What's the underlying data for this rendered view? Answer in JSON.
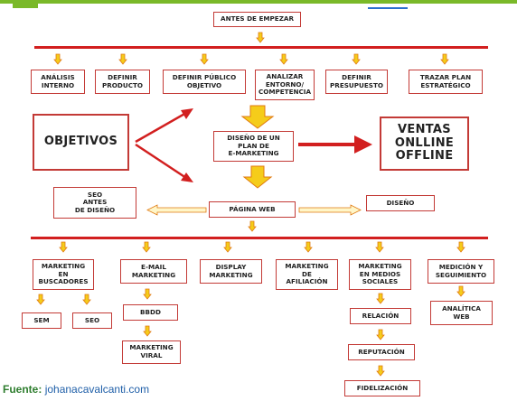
{
  "title": "ANTES DE EMPEZAR",
  "analysis": [
    "ANÁLISIS\nINTERNO",
    "DEFINIR\nPRODUCTO",
    "DEFINIR PÚBLICO\nOBJETIVO",
    "ANALIZAR\nENTORNO/\nCOMPETENCIA",
    "DEFINIR\nPRESUPUESTO",
    "TRAZAR PLAN\nESTRATÉGICO"
  ],
  "objetivos": "OBJETIVOS",
  "plan": "DISEÑO DE UN\nPLAN DE\nE-MARKETING",
  "ventas": "VENTAS\nONLLINE\nOFFLINE",
  "seo_diseno": "SEO\nANTES\nDE DISEÑO",
  "pagina_web": "PÁGINA WEB",
  "diseno": "DISEÑO",
  "channels": [
    "MARKETING\nEN\nBUSCADORES",
    "E-MAIL\nMARKETING",
    "DISPLAY\nMARKETING",
    "MARKETING\nDE\nAFILIACIÓN",
    "MARKETING\nEN MEDIOS\nSOCIALES",
    "MEDICIÓN Y\nSEGUIMIENTO"
  ],
  "sem": "SEM",
  "seo": "SEO",
  "bbdd": "BBDD",
  "marketing_viral": "MARKETING\nVIRAL",
  "relacion": "RELACIÓN",
  "reputacion": "REPUTACIÓN",
  "fidelizacion": "FIDELIZACIÓN",
  "analitica": "ANALÍTICA\nWEB",
  "footer": {
    "label": "Fuente:",
    "source": "johanacavalcanti.com"
  },
  "colors": {
    "line": "#d21f1f",
    "box_border": "#c33a36",
    "arrow_fill": "#f5cc1a",
    "arrow_stroke": "#e07a10",
    "accent_bar": "#7ab929"
  }
}
